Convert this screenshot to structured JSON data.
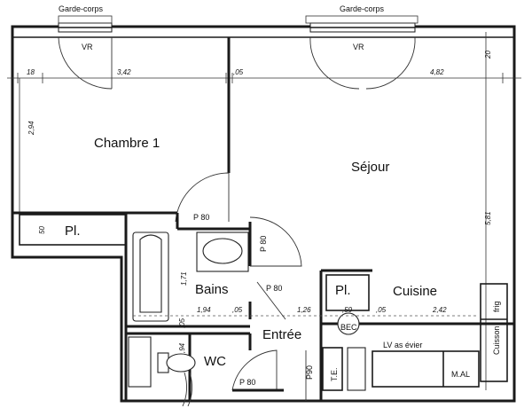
{
  "rooms": {
    "chambre": "Chambre 1",
    "sejour": "Séjour",
    "bains": "Bains",
    "cuisine": "Cuisine",
    "entree": "Entrée",
    "wc": "WC",
    "placard_chambre": "Pl.",
    "placard_cuisine": "Pl."
  },
  "labels": {
    "garde_corps_left": "Garde-corps",
    "garde_corps_right": "Garde-corps",
    "vr_left": "VR",
    "vr_right": "VR",
    "p80_chambre": "P 80",
    "p80_bains": "P 80",
    "p80_side": "P 80",
    "p80_wc": "P 80",
    "bec": "BEC",
    "lv_evier": "LV as évier",
    "mal": "M.AL",
    "frig": "frig",
    "cuisson": "Cuisson",
    "p90": "P90",
    "te": "T.E."
  },
  "dimensions": {
    "top_18": "18",
    "top_342": "3,42",
    "top_05": ",05",
    "top_482": "4,82",
    "right_20": "20",
    "left_294": "2,94",
    "left_50": "50",
    "right_581": "5,81",
    "bains_171": "1,71",
    "bottom_194": "1,94",
    "bottom_05a": ",05",
    "bottom_126": "1,26",
    "bottom_59": ",59",
    "bottom_05b": ",05",
    "bottom_242": "2,42",
    "wc_94": ",94",
    "wc_05": ",05"
  }
}
